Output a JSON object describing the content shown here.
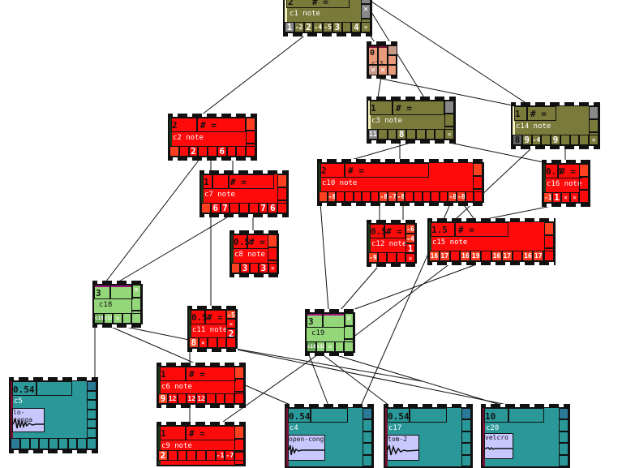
{
  "colors": {
    "olive": "#7a7a3a",
    "red": "#ff0a0a",
    "salmon": "#e89a7a",
    "green": "#94d77a",
    "teal": "#2a9898",
    "wave_bg": "#c8c8ff",
    "magenta": "#a0107a",
    "maroon": "#7a1030"
  },
  "nodes": {
    "c1": {
      "name": "c1 note",
      "value": "2",
      "hash": "# =",
      "steps": [
        "1",
        "-2",
        "2",
        "-4",
        "-5",
        "3",
        "",
        "4",
        "✕"
      ]
    },
    "c13": {
      "name": "c13",
      "value": "0"
    },
    "c3": {
      "name": "c3 note",
      "value": "1",
      "hash": "# =",
      "steps": [
        "11",
        "",
        "",
        "8",
        "",
        "",
        "",
        "",
        "✕"
      ]
    },
    "c14": {
      "name": "c14 note",
      "value": "1",
      "hash": "# =",
      "steps": [
        "8",
        "9",
        "-4",
        "",
        "9",
        "",
        "",
        "",
        "✕"
      ]
    },
    "c2": {
      "name": "c2 note",
      "value": "2",
      "hash": "# =",
      "steps": [
        "",
        "",
        "2",
        "",
        "",
        "6",
        "",
        "",
        ""
      ]
    },
    "c7": {
      "name": "c7 note",
      "value": "1",
      "hash": "# =",
      "steps": [
        "",
        "6",
        "7",
        "",
        "",
        "",
        "7",
        "6",
        ""
      ]
    },
    "c10": {
      "name": "c10 note",
      "value": "2",
      "hash": "# =",
      "steps": [
        "",
        "-8",
        "",
        "",
        "",
        "",
        "",
        "-8",
        "-7",
        "-8",
        "",
        "",
        "",
        "",
        "",
        "-8",
        "-8",
        "",
        ""
      ]
    },
    "c16": {
      "name": "c16 note",
      "value": "0.5",
      "hash": "# =",
      "steps": [
        "-1",
        "1",
        "✕",
        "✕"
      ]
    },
    "c8": {
      "name": "c8 note",
      "value": "0.5",
      "hash": "# =",
      "steps": [
        "",
        "3",
        "",
        "3",
        "✕"
      ]
    },
    "c12": {
      "name": "c12 note",
      "value": "0.5",
      "hash": "# =",
      "steps": [
        "-9",
        "",
        "",
        ""
      ],
      "side": [
        "-6",
        "-4",
        "1",
        "✕"
      ]
    },
    "c15": {
      "name": "c15 note",
      "value": "1.5",
      "hash": "# =",
      "steps": [
        "16",
        "17",
        "",
        "16",
        "19",
        "",
        "16",
        "17",
        "",
        "16",
        "17",
        ""
      ]
    },
    "c18": {
      "name": "c18",
      "value": "3",
      "steps": [
        "c18",
        "c18",
        "✕",
        "",
        ""
      ]
    },
    "c11": {
      "name": "c11 note",
      "value": "0.5",
      "hash": "# =",
      "steps": [
        "8",
        "✕",
        "",
        "",
        ""
      ],
      "side": [
        "-5",
        "✕",
        "2"
      ]
    },
    "c19": {
      "name": "c19",
      "value": "3",
      "steps": [
        "c18",
        "c18",
        "✕",
        "",
        ""
      ]
    },
    "c6": {
      "name": "c6 note",
      "value": "1",
      "hash": "# =",
      "steps": [
        "9",
        "12",
        "",
        "12",
        "12",
        "",
        "",
        "",
        "",
        ""
      ]
    },
    "c9": {
      "name": "c9 note",
      "value": "1",
      "hash": "# =",
      "steps": [
        "2",
        "",
        "",
        "",
        "",
        "",
        "-1",
        "-7",
        ""
      ]
    },
    "c5": {
      "name": "c5",
      "value": "0.54",
      "sample": "lo-conga"
    },
    "c4": {
      "name": "c4",
      "value": "0.54",
      "sample": "open-cong"
    },
    "c17": {
      "name": "c17",
      "value": "0.54",
      "sample": "tom-2"
    },
    "c20": {
      "name": "c20",
      "value": "10",
      "sample": "velcro"
    }
  }
}
